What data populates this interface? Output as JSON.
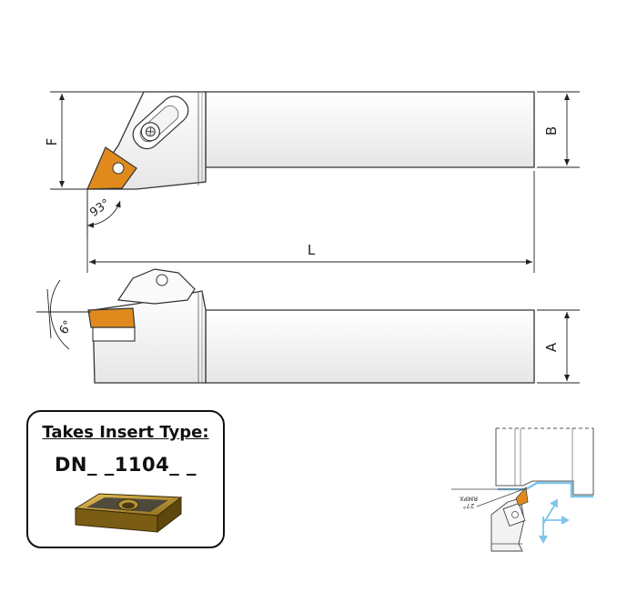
{
  "dimensions": {
    "f": "F",
    "b": "B",
    "l": "L",
    "a": "A",
    "approach_angle": "93°",
    "clearance_angle": "6°"
  },
  "insert_info": {
    "heading": "Takes Insert Type:",
    "code": "DN_ _1104_ _"
  },
  "application_icon": {
    "label_line1": "RMPX",
    "label_line2": "27°"
  },
  "colors": {
    "outline": "#333333",
    "body_fill": "#f0f0f0",
    "insert_orange": "#e08a1e",
    "application_blue": "#7fc4ea",
    "insert_gold": "#c8a030"
  }
}
